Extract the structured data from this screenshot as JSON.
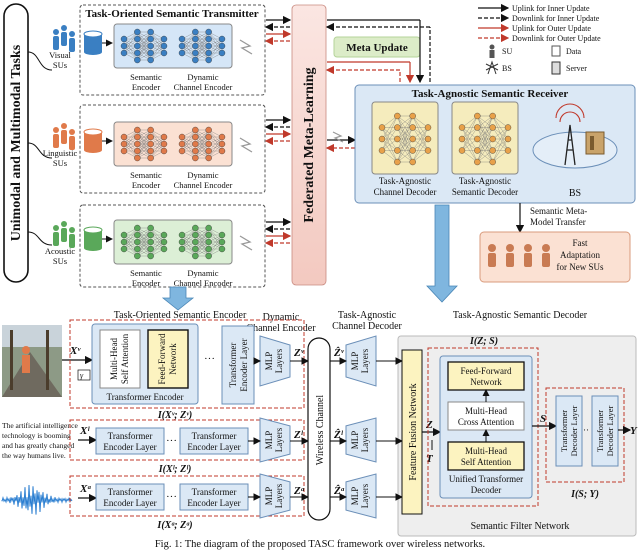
{
  "side_title": "Unimodal and Multimodal Tasks",
  "fed_label": "Federated Meta-Learning",
  "meta_update": "Meta Update",
  "transmitter": {
    "title": "Task-Oriented Semantic Transmitter",
    "rows": [
      {
        "su": "Visual SUs",
        "su_lines": [
          "Visual",
          "SUs"
        ],
        "color": "#3a7fc2",
        "fill": "#d5e6f7"
      },
      {
        "su": "Linguistic SUs",
        "su_lines": [
          "Linguistic",
          "SUs"
        ],
        "color": "#e07a4a",
        "fill": "#fbe1d3"
      },
      {
        "su": "Acoustic SUs",
        "su_lines": [
          "Acoustic",
          "SUs"
        ],
        "color": "#5aa85a",
        "fill": "#dcefd6"
      }
    ],
    "enc1": [
      "Semantic",
      "Encoder"
    ],
    "enc2": [
      "Dynamic",
      "Channel Encoder"
    ]
  },
  "legend": [
    {
      "label": "Uplink for Inner Update",
      "color": "#111111",
      "dash": false
    },
    {
      "label": "Downlink for Inner Update",
      "color": "#111111",
      "dash": true
    },
    {
      "label": "Uplink for Outer Update",
      "color": "#c0392b",
      "dash": false
    },
    {
      "label": "Downlink for Outer Update",
      "color": "#c0392b",
      "dash": true
    }
  ],
  "legend_icons": [
    {
      "label": "SU",
      "icon": "person-icon"
    },
    {
      "label": "Data",
      "icon": "data-icon"
    },
    {
      "label": "BS",
      "icon": "bs-icon"
    },
    {
      "label": "Server",
      "icon": "server-icon"
    }
  ],
  "receiver": {
    "title": "Task-Agnostic Semantic Receiver",
    "dec1": [
      "Task-Agnostic",
      "Channel Decoder"
    ],
    "dec2": [
      "Task-Agnostic",
      "Semantic Decoder"
    ],
    "bs": "BS"
  },
  "transfer": [
    "Semantic Meta-",
    "Model Transfer"
  ],
  "fast": [
    "Fast",
    "Adaptation",
    "for New SUs"
  ],
  "bottom": {
    "col_enc": "Task-Oriented  Semantic  Encoder",
    "col_dyn": [
      "Dynamic",
      "Channel Encoder"
    ],
    "col_chdec": [
      "Task-Agnostic",
      "Channel Decoder"
    ],
    "col_semdec": "Task-Agnostic  Semantic  Decoder",
    "mha": [
      "Multi-Head",
      "Self Attention"
    ],
    "ffn": [
      "Feed-Forward",
      "Network"
    ],
    "transformer": "Transformer   Encoder",
    "tel": [
      "Transformer",
      "Encoder Layer"
    ],
    "mlp": [
      "MLP",
      "Layers"
    ],
    "wireless": "Wireless Channel",
    "ffnet": "Feature Fusion Network",
    "unified_ffn": [
      "Feed-Forward",
      "Network"
    ],
    "unified_cross": [
      "Multi-Head",
      "Cross Attention"
    ],
    "unified_self": [
      "Multi-Head",
      "Self Attention"
    ],
    "unified_label": [
      "Unified Transformer",
      "Decoder"
    ],
    "tdl": [
      "Transformer",
      "Decoder Layer"
    ],
    "filter": "Semantic Filter Network",
    "text_sample": [
      "The artificial intelligence",
      "technology is booming",
      "and has greatly changed",
      "the way humans live."
    ],
    "mi_v": "I(Xᵛ; Zᵛ)",
    "mi_l": "I(Xˡ; Zˡ)",
    "mi_a": "I(Xᵃ; Zᵃ)",
    "mi_z": "I(Z; S)",
    "mi_y": "I(S; Y)",
    "x_v": "Xᵛ",
    "x_l": "Xˡ",
    "x_a": "Xᵃ",
    "z_v": "Zᵛ",
    "z_l": "Zˡ",
    "z_a": "Zᵃ",
    "zh_v": "Ẑᵛ",
    "zh_l": "Ẑˡ",
    "zh_a": "Ẑᵃ",
    "z": "Z",
    "t": "T",
    "s": "S",
    "y": "Y",
    "snr": "γ"
  },
  "caption": "Fig. 1: The diagram of the proposed TASC framework over wireless networks."
}
